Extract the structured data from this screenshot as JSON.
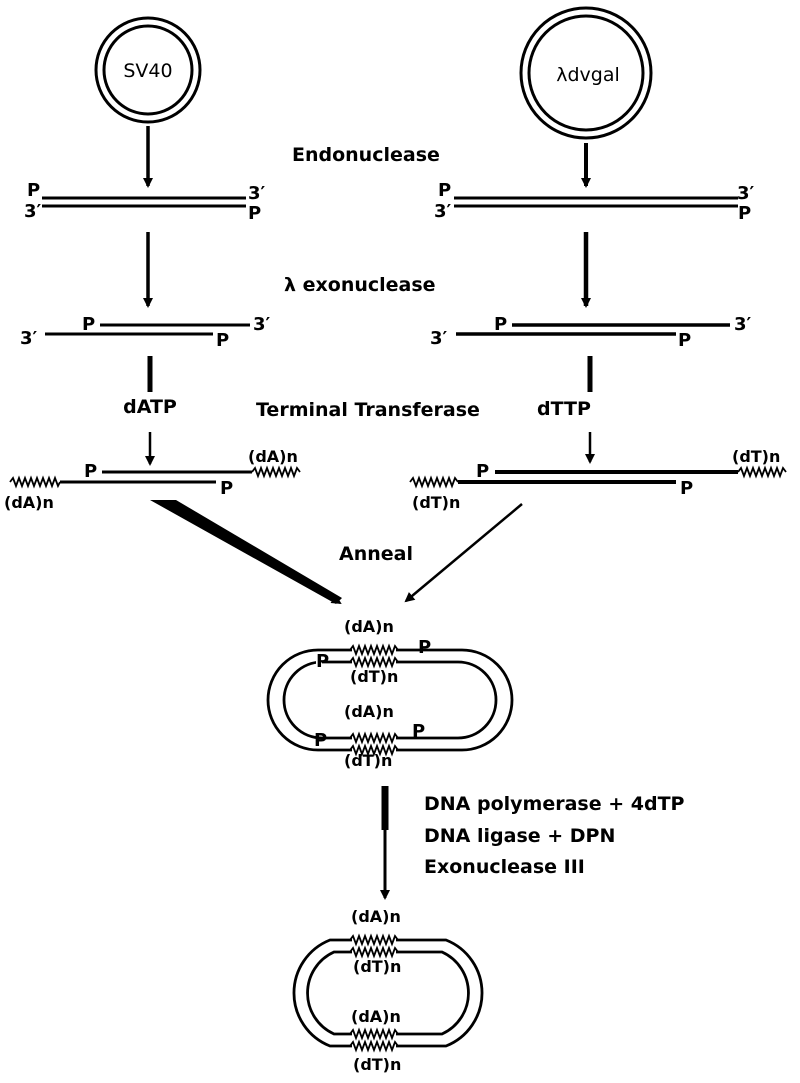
{
  "plasmids": {
    "left": "SV40",
    "right": "λdvgal"
  },
  "steps": {
    "endonuclease": "Endonuclease",
    "lambda_exonuclease": "λ exonuclease",
    "terminal_transferase": "Terminal Transferase",
    "anneal": "Anneal",
    "repair_1": "DNA polymerase + 4dTP",
    "repair_2": "DNA ligase + DPN",
    "repair_3": "Exonuclease III"
  },
  "nucleotides": {
    "left": "dATP",
    "right": "dTTP"
  },
  "end_labels": {
    "phosphate": "P",
    "three_prime": "3′"
  },
  "tails": {
    "poly_a": "(dA)n",
    "poly_t": "(dT)n"
  }
}
